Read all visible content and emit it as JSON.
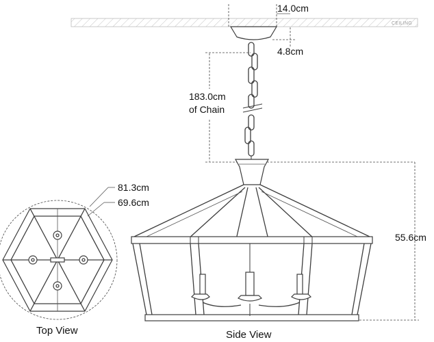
{
  "ceiling": {
    "label": "CEILING"
  },
  "dimensions": {
    "canopy_width": "14.0cm",
    "canopy_height": "4.8cm",
    "chain_length": "183.0cm",
    "chain_suffix": "of Chain",
    "fixture_height": "55.6cm",
    "outer_diameter": "81.3cm",
    "inner_diameter": "69.6cm"
  },
  "views": {
    "top": "Top View",
    "side": "Side View"
  },
  "colors": {
    "line": "#3a3a3a",
    "ceiling_hatch": "#bdbdbd",
    "text": "#111111"
  }
}
